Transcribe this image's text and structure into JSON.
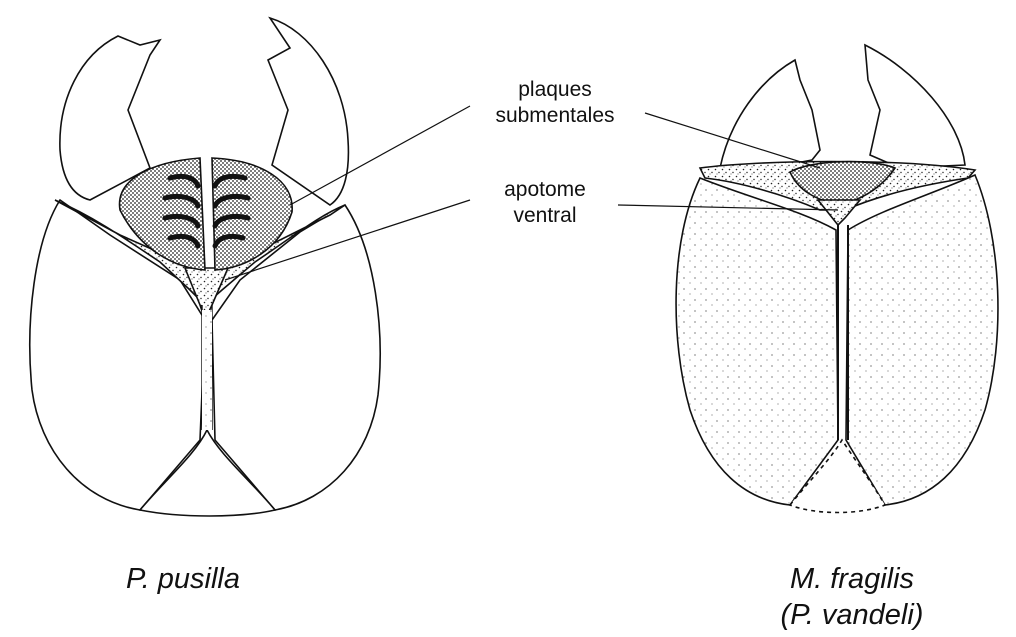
{
  "labels": {
    "plaques_line1": "plaques",
    "plaques_line2": "submentales",
    "apotome_line1": "apotome",
    "apotome_line2": "ventral"
  },
  "captions": {
    "left": "P. pusilla",
    "right_line1": "M. fragilis",
    "right_line2": "(P. vandeli)"
  },
  "colors": {
    "ink": "#111111",
    "stipple": "#222222",
    "paper": "#ffffff"
  }
}
